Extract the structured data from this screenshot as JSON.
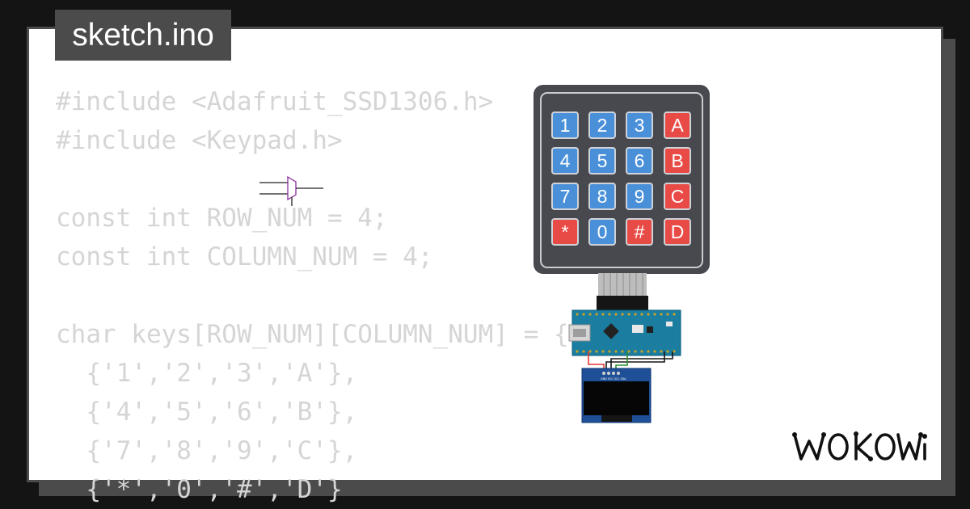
{
  "tab": {
    "title": "sketch.ino"
  },
  "code_lines": [
    "#include <Adafruit_SSD1306.h>",
    "#include <Keypad.h>",
    "",
    "const int ROW_NUM = 4;",
    "const int COLUMN_NUM = 4;",
    "",
    "char keys[ROW_NUM][COLUMN_NUM] = {",
    "  {'1','2','3','A'},",
    "  {'4','5','6','B'},",
    "  {'7','8','9','C'},",
    "  {'*','0','#','D'}"
  ],
  "keypad": {
    "keys": [
      "1",
      "2",
      "3",
      "A",
      "4",
      "5",
      "6",
      "B",
      "7",
      "8",
      "9",
      "C",
      "*",
      "0",
      "#",
      "D"
    ],
    "key_color": "#4a90d9",
    "letter_key_color": "#e84a45"
  },
  "oled": {
    "pin_labels": "GND VCC SCL SDA"
  },
  "brand": {
    "logo": "WOKWi"
  },
  "colors": {
    "frame": "#4b4b4b",
    "background": "#141414",
    "code_text": "#d5d5d5",
    "board": "#1b7da0",
    "wire_red": "#e53935",
    "wire_green": "#2e8b2e"
  }
}
